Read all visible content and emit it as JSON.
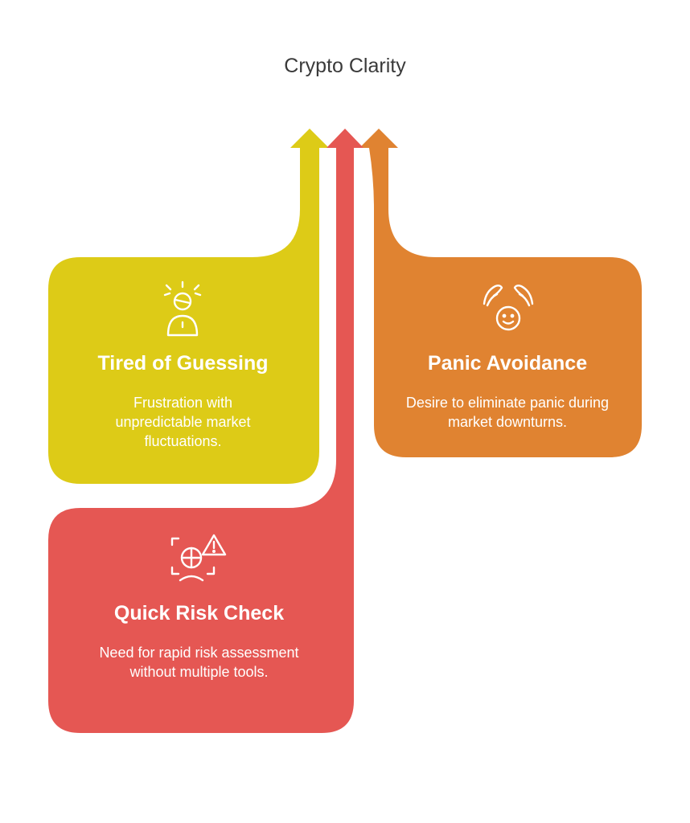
{
  "title": "Crypto Clarity",
  "colors": {
    "yellow": "#DDCB17",
    "red": "#E55753",
    "orange": "#E08331",
    "text_dark": "#3a3a3a",
    "text_light": "#ffffff"
  },
  "cards": [
    {
      "id": "tired-of-guessing",
      "heading": "Tired of Guessing",
      "description": "Frustration with unpredictable market fluctuations.",
      "color": "#DDCB17",
      "icon": "frustrated-person-icon"
    },
    {
      "id": "panic-avoidance",
      "heading": "Panic Avoidance",
      "description": "Desire to eliminate panic during market downturns.",
      "color": "#E08331",
      "icon": "calm-face-hands-icon"
    },
    {
      "id": "quick-risk-check",
      "heading": "Quick Risk Check",
      "description": "Need for rapid risk assessment without multiple tools.",
      "color": "#E55753",
      "icon": "risk-scan-warning-icon"
    }
  ]
}
